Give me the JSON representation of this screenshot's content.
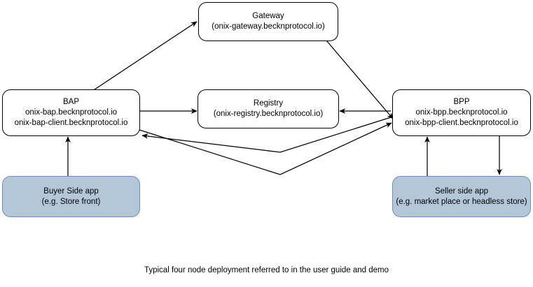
{
  "diagram": {
    "title_caption": "Typical four node deployment referred to in the user guide and demo",
    "background_color": "#ffffff",
    "stroke_color": "#000000",
    "node_fill_plain": "#ffffff",
    "node_fill_highlight": "#b4c7d9",
    "node_border_highlight": "#6c8ebf",
    "nodes": [
      {
        "id": "gateway",
        "lines": [
          "Gateway",
          "(onix-gateway.becknprotocol.io)"
        ],
        "style": "plain"
      },
      {
        "id": "bap",
        "lines": [
          "BAP",
          "onix-bap.becknprotocol.io",
          "onix-bap-client.becknprotocol.io"
        ],
        "style": "plain"
      },
      {
        "id": "registry",
        "lines": [
          "Registry",
          "(onix-registry.becknprotocol.io)"
        ],
        "style": "plain"
      },
      {
        "id": "bpp",
        "lines": [
          "BPP",
          "onix-bpp.becknprotocol.io",
          "onix-bpp-client.becknprotocol.io"
        ],
        "style": "plain"
      },
      {
        "id": "buyer-app",
        "lines": [
          "Buyer Side app",
          "(e.g. Store front)"
        ],
        "style": "highlight"
      },
      {
        "id": "seller-app",
        "lines": [
          "Seller side app",
          "(e.g. market place or headless store)"
        ],
        "style": "highlight"
      }
    ],
    "edges": [
      {
        "id": "bap-to-gateway",
        "from": "bap",
        "to": "gateway",
        "arrow": "single"
      },
      {
        "id": "gateway-to-bpp",
        "from": "gateway",
        "to": "bpp",
        "arrow": "single"
      },
      {
        "id": "bap-to-registry",
        "from": "bap",
        "to": "registry",
        "arrow": "single"
      },
      {
        "id": "bpp-to-registry",
        "from": "bpp",
        "to": "registry",
        "arrow": "single"
      },
      {
        "id": "bap-to-bpp",
        "from": "bap",
        "to": "bpp",
        "arrow": "single"
      },
      {
        "id": "bpp-to-bap",
        "from": "bpp",
        "to": "bap",
        "arrow": "single"
      },
      {
        "id": "buyer-app-to-bap",
        "from": "buyer-app",
        "to": "bap",
        "arrow": "single"
      },
      {
        "id": "seller-app-to-bpp",
        "from": "seller-app",
        "to": "bpp",
        "arrow": "single"
      },
      {
        "id": "bpp-to-seller-app",
        "from": "bpp",
        "to": "seller-app",
        "arrow": "single"
      }
    ]
  }
}
